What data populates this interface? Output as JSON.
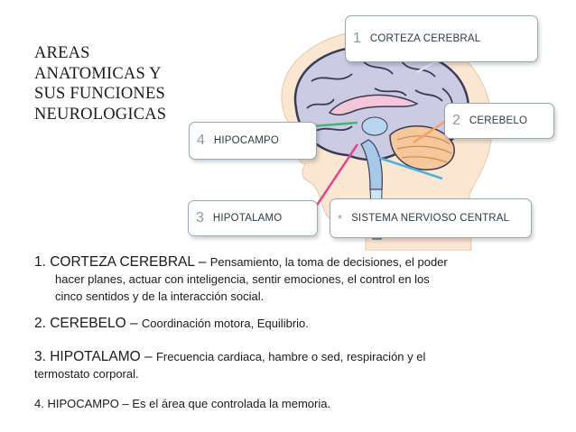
{
  "title": {
    "lines": [
      "AREAS",
      "ANATOMICAS Y",
      "SUS FUNCIONES",
      "NEUROLOGICAS"
    ]
  },
  "callouts": [
    {
      "num": "1",
      "label": "CORTEZA CEREBRAL"
    },
    {
      "num": "2",
      "label": "CEREBELO"
    },
    {
      "num": "3",
      "label": "HIPOTALAMO"
    },
    {
      "num": "4",
      "label": "HIPOCAMPO"
    },
    {
      "num": "*",
      "label": "SISTEMA NERVIOSO CENTRAL"
    }
  ],
  "colors": {
    "line_cortex": "#e0e4e8",
    "line_cerebelo": "#f2a167",
    "line_hipotalamo": "#e0468a",
    "line_hipocampo": "#49b078",
    "line_snc": "#4fb0dd",
    "brain_fill": "#cbcbe3",
    "head_fill": "#fbe6d2"
  },
  "items": [
    {
      "heading": "1. CORTEZA CEREBRAL",
      "dash": " – ",
      "desc_first": "Pensamiento, la toma de decisiones, el poder",
      "desc_cont": [
        "hacer planes, actuar con inteligencia, sentir emociones, el control en los",
        "cinco sentidos y de la interacción social."
      ]
    },
    {
      "heading": "2. CEREBELO",
      "dash": " – ",
      "desc_first": "Coordinación motora, Equilibrio."
    },
    {
      "heading": "3. HIPOTALAMO",
      "dash": " – ",
      "desc_first": "Frecuencia cardiaca, hambre o sed, respiración y el",
      "desc_cont_left": "termostato corporal."
    },
    {
      "heading": "4. HIPOCAMPO",
      "dash": " – ",
      "desc_first": "Es el área que controlada la memoria."
    }
  ]
}
